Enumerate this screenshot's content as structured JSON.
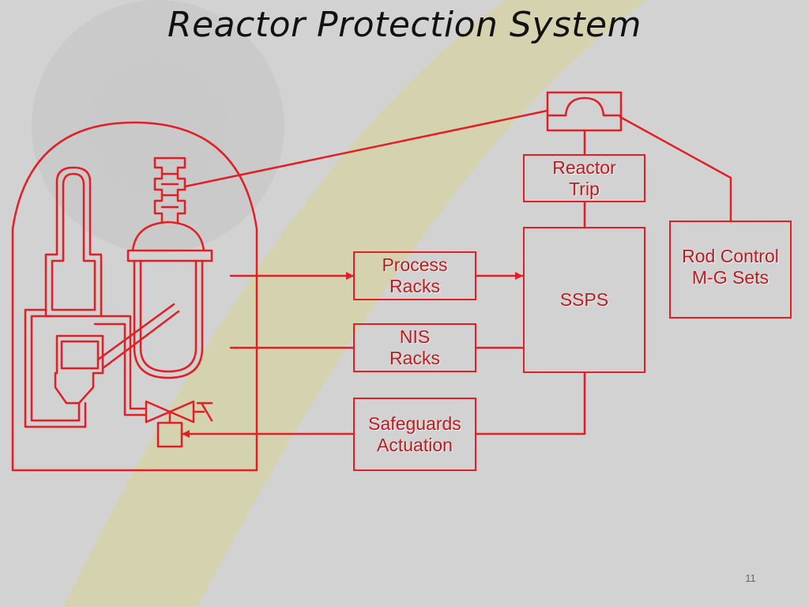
{
  "slide": {
    "title": "Reactor Protection System",
    "page_number": "11"
  },
  "boxes": {
    "reactor_trip": "Reactor\nTrip",
    "process_racks": "Process\nRacks",
    "nis_racks": "NIS\nRacks",
    "safeguards_actuation": "Safeguards\nActuation",
    "ssps": "SSPS",
    "rod_control": "Rod Control\nM-G Sets"
  },
  "colors": {
    "line": "#e31e24",
    "text": "#c0181d",
    "background": "#d4d4d4",
    "band": "#d6d2a4"
  }
}
